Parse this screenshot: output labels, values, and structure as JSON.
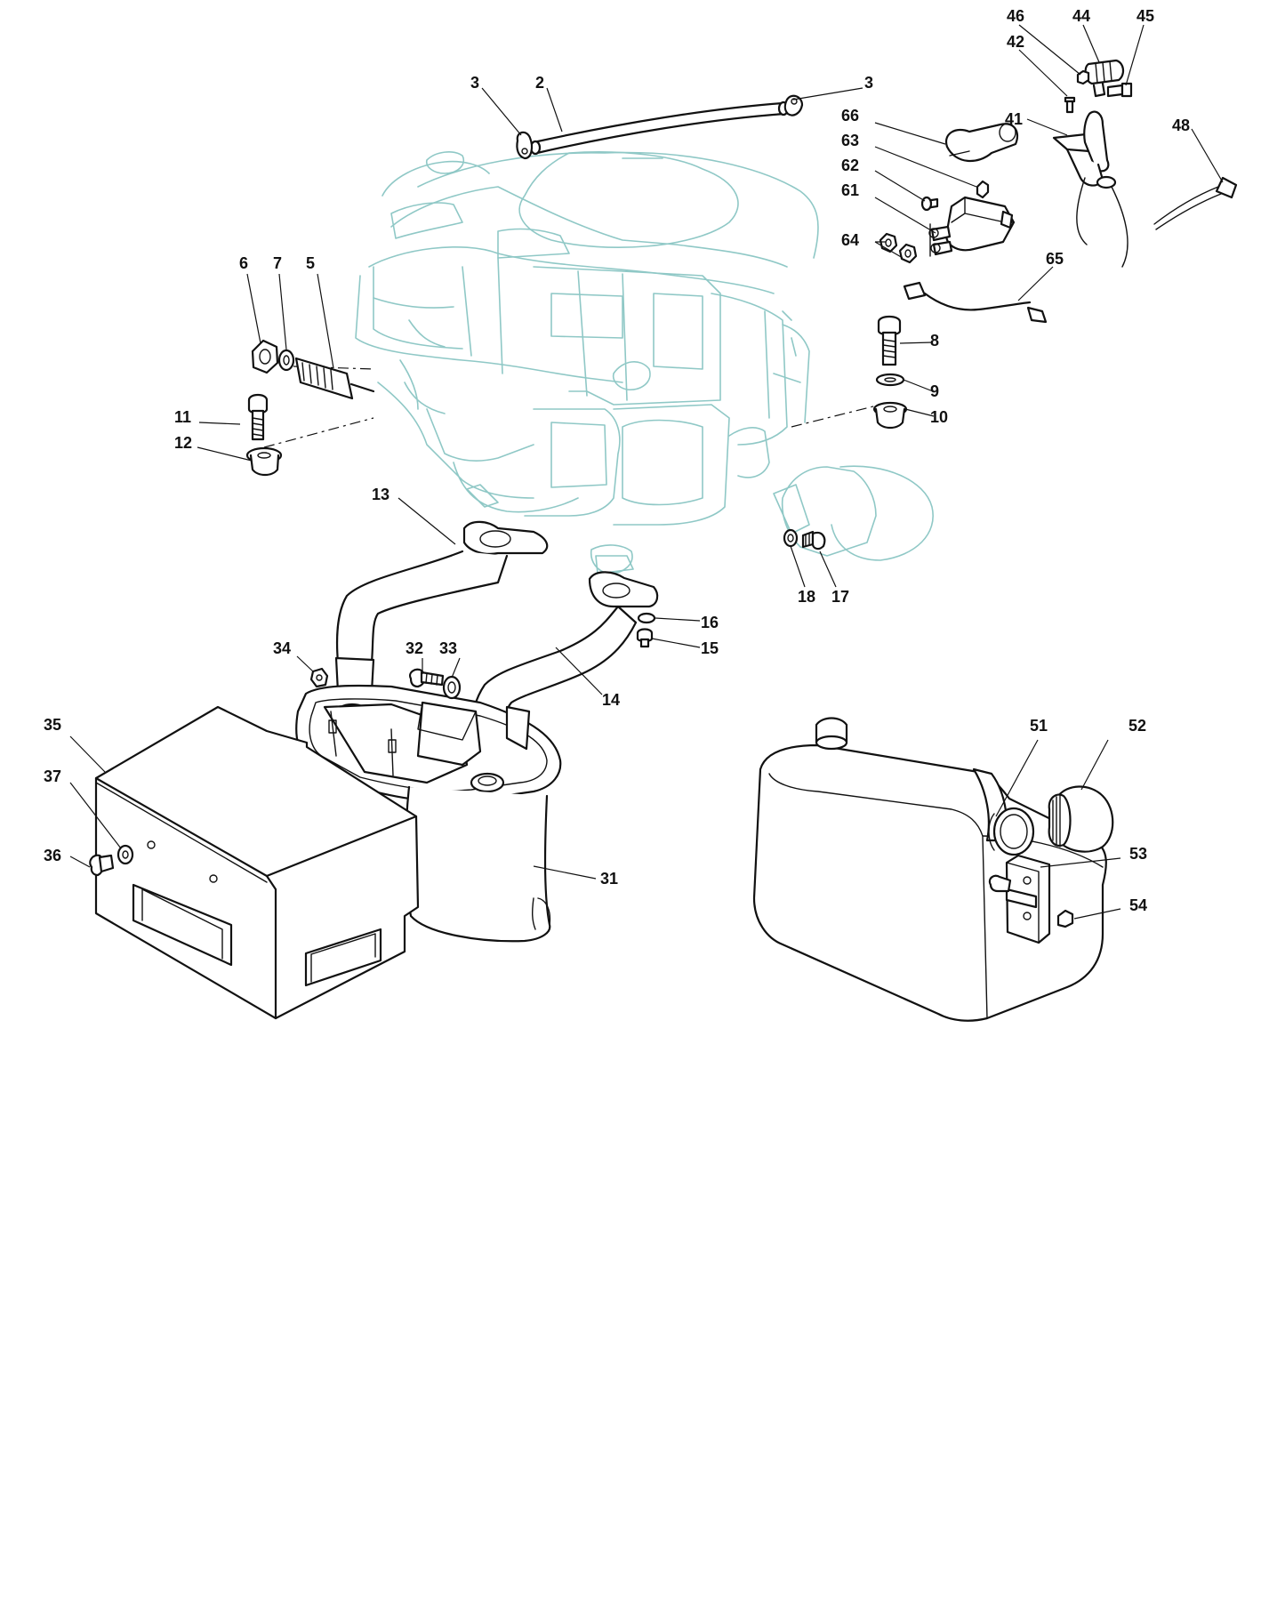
{
  "callouts": [
    {
      "id": "46",
      "text": "46"
    },
    {
      "id": "44",
      "text": "44"
    },
    {
      "id": "45",
      "text": "45"
    },
    {
      "id": "42",
      "text": "42"
    },
    {
      "id": "3a",
      "text": "3"
    },
    {
      "id": "2",
      "text": "2"
    },
    {
      "id": "3b",
      "text": "3"
    },
    {
      "id": "66",
      "text": "66"
    },
    {
      "id": "41",
      "text": "41"
    },
    {
      "id": "48",
      "text": "48"
    },
    {
      "id": "63",
      "text": "63"
    },
    {
      "id": "62",
      "text": "62"
    },
    {
      "id": "61",
      "text": "61"
    },
    {
      "id": "64",
      "text": "64"
    },
    {
      "id": "65",
      "text": "65"
    },
    {
      "id": "6",
      "text": "6"
    },
    {
      "id": "7",
      "text": "7"
    },
    {
      "id": "5",
      "text": "5"
    },
    {
      "id": "8",
      "text": "8"
    },
    {
      "id": "9",
      "text": "9"
    },
    {
      "id": "10",
      "text": "10"
    },
    {
      "id": "11",
      "text": "11"
    },
    {
      "id": "12",
      "text": "12"
    },
    {
      "id": "13",
      "text": "13"
    },
    {
      "id": "18",
      "text": "18"
    },
    {
      "id": "17",
      "text": "17"
    },
    {
      "id": "16",
      "text": "16"
    },
    {
      "id": "15",
      "text": "15"
    },
    {
      "id": "34",
      "text": "34"
    },
    {
      "id": "32",
      "text": "32"
    },
    {
      "id": "33",
      "text": "33"
    },
    {
      "id": "14",
      "text": "14"
    },
    {
      "id": "35",
      "text": "35"
    },
    {
      "id": "37",
      "text": "37"
    },
    {
      "id": "36",
      "text": "36"
    },
    {
      "id": "31",
      "text": "31"
    },
    {
      "id": "51",
      "text": "51"
    },
    {
      "id": "52",
      "text": "52"
    },
    {
      "id": "53",
      "text": "53"
    },
    {
      "id": "54",
      "text": "54"
    }
  ],
  "colors": {
    "engine_outline": "#8fc8c6",
    "part_outline": "#111111",
    "background": "#ffffff"
  }
}
